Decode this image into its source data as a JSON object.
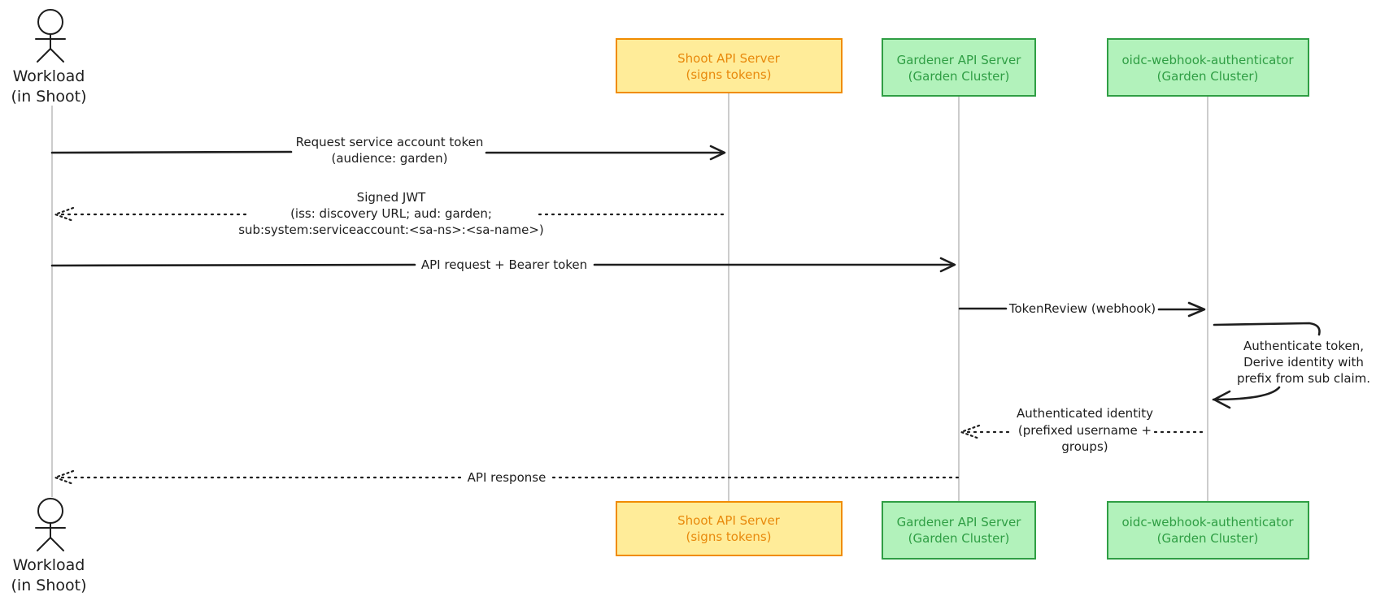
{
  "actors": {
    "workload": {
      "label_lines": [
        "Workload",
        "(in Shoot)"
      ]
    }
  },
  "participants": [
    {
      "id": "shoot_api",
      "label_lines": [
        "Shoot API Server",
        "(signs tokens)"
      ],
      "color": "#ffec99",
      "border": "#f08c00"
    },
    {
      "id": "gardener_api",
      "label_lines": [
        "Gardener API Server",
        "(Garden Cluster)"
      ],
      "color": "#b2f2bb",
      "border": "#2f9e44"
    },
    {
      "id": "oidc",
      "label_lines": [
        "oidc-webhook-authenticator",
        "(Garden Cluster)"
      ],
      "color": "#b2f2bb",
      "border": "#2f9e44"
    }
  ],
  "messages": [
    {
      "from": "workload",
      "to": "shoot_api",
      "style": "solid",
      "label_lines": [
        "Request service account token",
        "(audience: garden)"
      ]
    },
    {
      "from": "shoot_api",
      "to": "workload",
      "style": "dotted",
      "label_lines": [
        "Signed JWT",
        "(iss: discovery URL; aud: garden;",
        "sub:system:serviceaccount:<sa-ns>:<sa-name>)"
      ]
    },
    {
      "from": "workload",
      "to": "gardener_api",
      "style": "solid",
      "label_lines": [
        "API request + Bearer token"
      ]
    },
    {
      "from": "gardener_api",
      "to": "oidc",
      "style": "solid",
      "label_lines": [
        "TokenReview (webhook)"
      ]
    },
    {
      "from": "oidc",
      "to": "oidc",
      "style": "solid",
      "label_lines": [
        "Authenticate token,",
        "Derive identity with",
        "prefix from sub claim."
      ]
    },
    {
      "from": "oidc",
      "to": "gardener_api",
      "style": "dotted",
      "label_lines": [
        "Authenticated identity",
        "(prefixed username +",
        "groups)"
      ]
    },
    {
      "from": "gardener_api",
      "to": "workload",
      "style": "dotted",
      "label_lines": [
        "API response"
      ]
    }
  ],
  "colors": {
    "orange_text": "#e8890c",
    "green_text": "#2f9e44",
    "line": "#1e1e1e",
    "lifeline": "#9a9a9a"
  }
}
